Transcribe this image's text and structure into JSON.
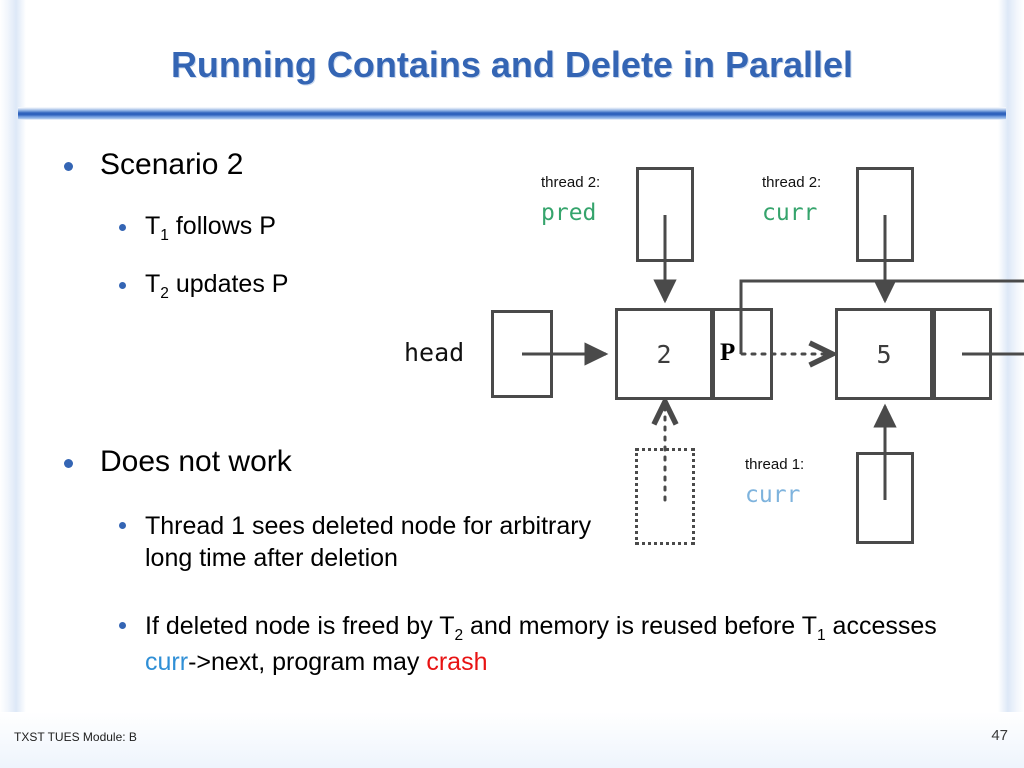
{
  "slide": {
    "title": "Running Contains and Delete in Parallel",
    "footer_left": "TXST TUES Module: B",
    "page_number": "47",
    "accent_title_color": "#3465b4",
    "accent_rule_color": "#2f63bd",
    "bullet_color": "#3465b4"
  },
  "bullets": [
    {
      "level": 1,
      "text": "Scenario 2"
    },
    {
      "level": 2,
      "text_pre": "T",
      "sub": "1",
      "text_post": " follows P"
    },
    {
      "level": 2,
      "text_pre": "T",
      "sub": "2",
      "text_post": " updates P"
    },
    {
      "level": 1,
      "text": "Does not work"
    },
    {
      "level": 2,
      "text": "Thread 1 sees deleted node for arbitrary long time after deletion"
    },
    {
      "level": 2,
      "rich": [
        {
          "t": "If deleted node is freed by T",
          "style": "plain"
        },
        {
          "t": "2",
          "style": "sub"
        },
        {
          "t": " and memory is reused before T",
          "style": "plain"
        },
        {
          "t": "1",
          "style": "sub"
        },
        {
          "t": " accesses ",
          "style": "plain"
        },
        {
          "t": "curr",
          "style": "blue"
        },
        {
          "t": "->next, program may ",
          "style": "plain"
        },
        {
          "t": "crash",
          "style": "red"
        }
      ]
    }
  ],
  "diagram": {
    "head_label": "head",
    "nodes": [
      {
        "name": "node-2",
        "value": "2",
        "pointer_cell_label": "P"
      },
      {
        "name": "node-5",
        "value": "5",
        "pointer_cell_label": ""
      }
    ],
    "pointer_cell_mark": "P",
    "thread_pointers": [
      {
        "name": "thread2-pred",
        "thread": "thread 2:",
        "var": "pred",
        "color": "#35a46c"
      },
      {
        "name": "thread2-curr",
        "thread": "thread 2:",
        "var": "curr",
        "color": "#35a46c"
      },
      {
        "name": "thread1-curr",
        "thread": "thread 1:",
        "var": "curr",
        "color": "#7eb3dd"
      }
    ],
    "deleted_node_box": {
      "name": "deleted-node-box",
      "style": "dotted"
    }
  }
}
